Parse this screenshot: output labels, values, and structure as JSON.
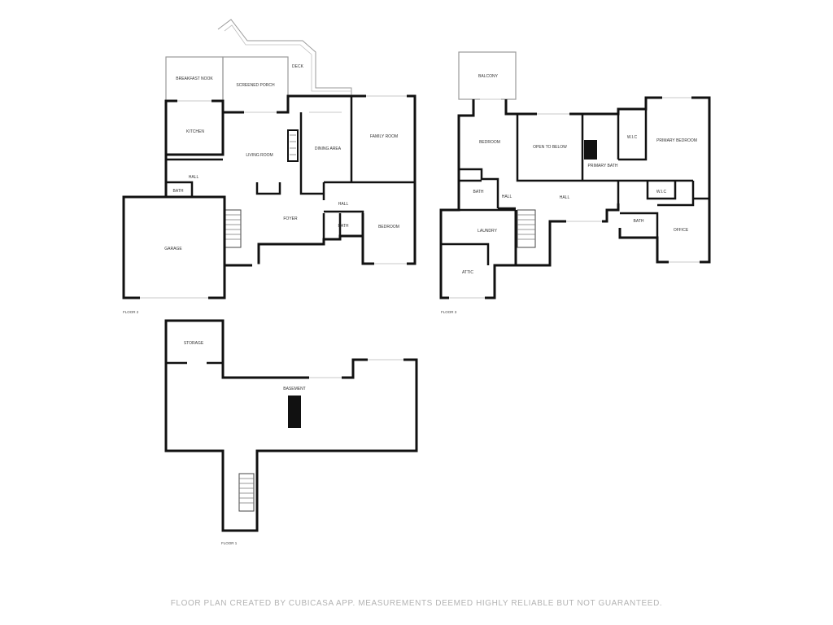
{
  "colors": {
    "wall": "#111111",
    "thin_wall": "#9a9a9a",
    "window": "#c8c8c8",
    "label": "#333333",
    "footer": "#b3b3b3"
  },
  "floors": {
    "floor2": {
      "name": "FLOOR 2",
      "rooms": {
        "breakfast_nook": "BREAKFAST NOOK",
        "screened_porch": "SCREENED PORCH",
        "deck": "DECK",
        "kitchen": "KITCHEN",
        "living_room": "LIVING ROOM",
        "dining_area": "DINING AREA",
        "family_room": "FAMILY ROOM",
        "hall_a": "HALL",
        "bath_a": "BATH",
        "hall_b": "HALL",
        "foyer": "FOYER",
        "bath_b": "BATH",
        "bedroom": "BEDROOM",
        "garage": "GARAGE"
      }
    },
    "floor3": {
      "name": "FLOOR 3",
      "rooms": {
        "balcony": "BALCONY",
        "bedroom": "BEDROOM",
        "open_to_below": "OPEN TO BELOW",
        "primary_bath": "PRIMARY BATH",
        "wic_a": "W.I.C",
        "primary_bedroom": "PRIMARY BEDROOM",
        "bath_a": "BATH",
        "hall_a": "HALL",
        "hall_b": "HALL",
        "wic_b": "W.I.C",
        "laundry": "LAUNDRY",
        "bath_b": "BATH",
        "office": "OFFICE",
        "attic": "ATTIC"
      }
    },
    "floor1": {
      "name": "FLOOR 1",
      "rooms": {
        "storage": "STORAGE",
        "basement": "BASEMENT"
      }
    }
  },
  "footer": "FLOOR PLAN CREATED BY CUBICASA APP. MEASUREMENTS DEEMED HIGHLY RELIABLE BUT NOT GUARANTEED."
}
